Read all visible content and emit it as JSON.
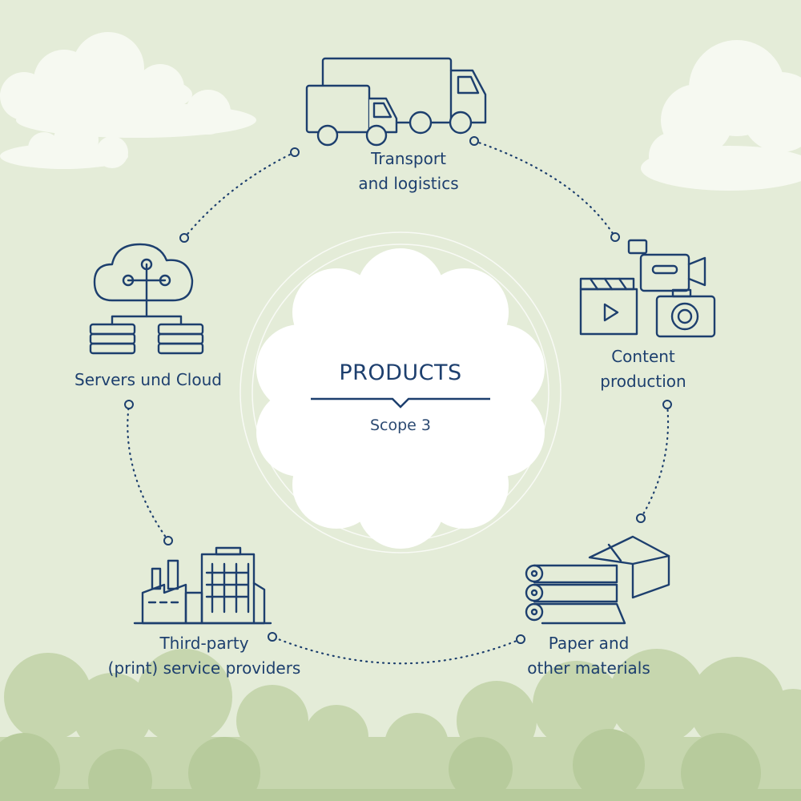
{
  "center": {
    "title": "PRODUCTS",
    "subtitle": "Scope 3"
  },
  "nodes": [
    {
      "icon": "truck-icon",
      "line1": "Transport",
      "line2": "and logistics"
    },
    {
      "icon": "camera-clapperboard-icon",
      "line1": "Content",
      "line2": "production"
    },
    {
      "icon": "paper-rolls-box-icon",
      "line1": "Paper and",
      "line2": "other materials"
    },
    {
      "icon": "factory-building-icon",
      "line1": "Third-party",
      "line2": "(print) service providers"
    },
    {
      "icon": "cloud-server-icon",
      "line1": "Servers und Cloud"
    }
  ],
  "colors": {
    "background": "#e4ecd8",
    "ink": "#1d3f6e",
    "cloud": "#ffffff",
    "trees": "#c6d6ae"
  }
}
